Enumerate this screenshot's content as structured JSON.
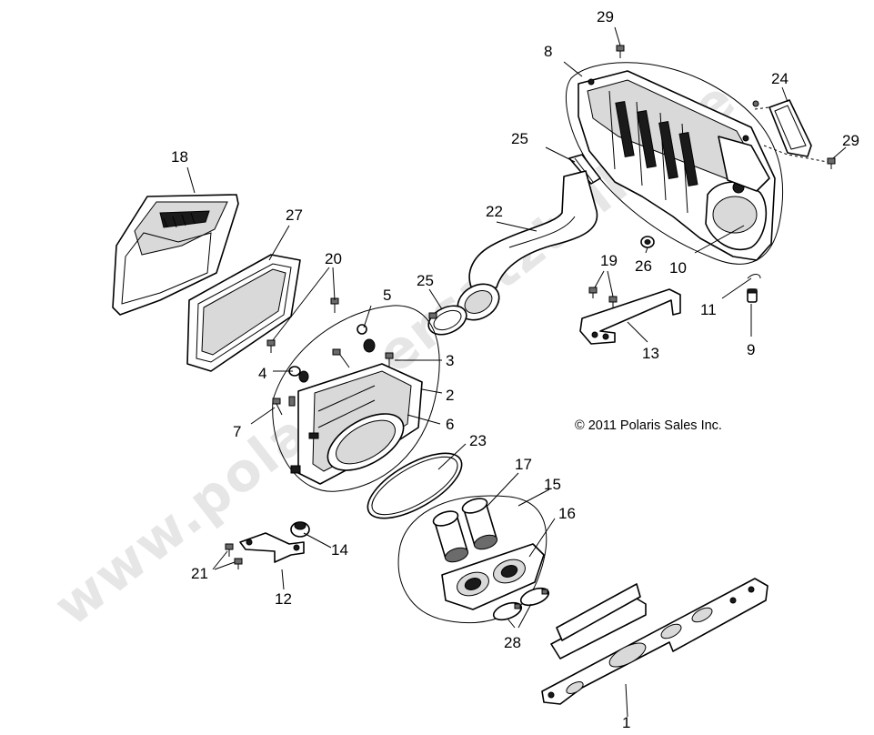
{
  "copyright": "© 2011 Polaris Sales Inc.",
  "watermark": "www.polaris-ersatzteile.de",
  "callouts": {
    "c1": "1",
    "c2": "2",
    "c3": "3",
    "c4": "4",
    "c5": "5",
    "c6": "6",
    "c7": "7",
    "c8": "8",
    "c9": "9",
    "c10": "10",
    "c11": "11",
    "c12": "12",
    "c13": "13",
    "c14": "14",
    "c15": "15",
    "c16": "16",
    "c17": "17",
    "c18": "18",
    "c19": "19",
    "c20": "20",
    "c21": "21",
    "c22": "22",
    "c23": "23",
    "c24": "24",
    "c25a": "25",
    "c25b": "25",
    "c26": "26",
    "c27": "27",
    "c28": "28",
    "c29a": "29",
    "c29b": "29"
  }
}
